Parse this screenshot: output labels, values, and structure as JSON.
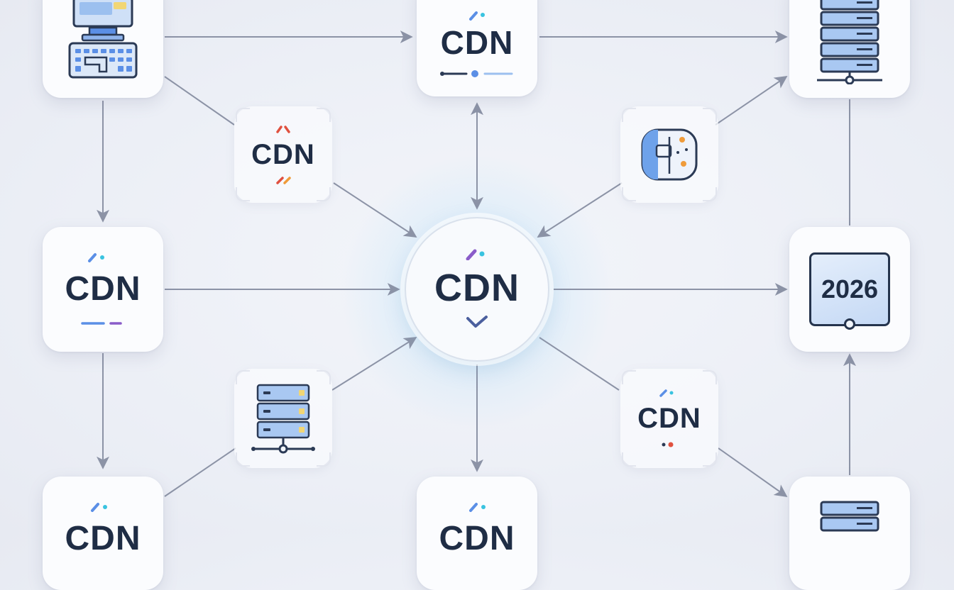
{
  "nodes": {
    "top_center": {
      "label": "CDN"
    },
    "mid_left": {
      "label": "CDN"
    },
    "center": {
      "label": "CDN"
    },
    "ghost_upper_left": {
      "label": "CDN"
    },
    "ghost_lower_right": {
      "label": "CDN"
    },
    "mid_right": {
      "label": "2026"
    },
    "bottom_left": {
      "label": "CDN"
    },
    "bottom_center": {
      "label": "CDN"
    }
  },
  "colors": {
    "edge": "#8c93a6",
    "text": "#1f2d45",
    "accent_blue": "#5b8fe6",
    "accent_purple": "#8a5cc9",
    "accent_cyan": "#39c3e0",
    "accent_red": "#e0513f",
    "accent_orange": "#ef9b3a"
  },
  "icons": [
    "desktop-computer-icon",
    "server-rack-icon",
    "robot-head-icon",
    "monitor-icon",
    "checkmark-icon"
  ]
}
